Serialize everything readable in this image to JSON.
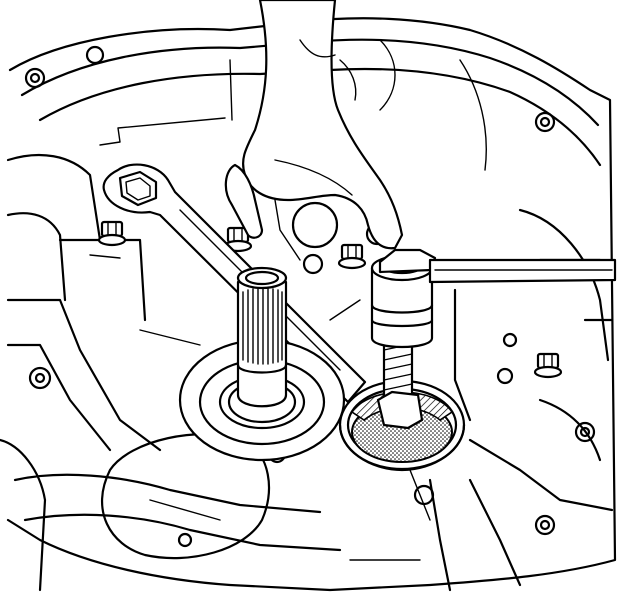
{
  "figure": {
    "colors": {
      "ink": "#000000",
      "paper": "#ffffff",
      "seal_shading": "#888888"
    },
    "parts": [
      {
        "id": "transaxle-case",
        "icon": "housing-icon"
      },
      {
        "id": "holding-bar",
        "icon": "wrench-bar-icon"
      },
      {
        "id": "input-shaft",
        "icon": "splined-shaft-icon"
      },
      {
        "id": "output-shaft-seal",
        "icon": "seal-icon"
      },
      {
        "id": "socket-and-ratchet",
        "icon": "socket-wrench-icon"
      },
      {
        "id": "technician-hand",
        "icon": "hand-icon"
      },
      {
        "id": "case-bolts",
        "icon": "bolt-icon"
      }
    ]
  }
}
